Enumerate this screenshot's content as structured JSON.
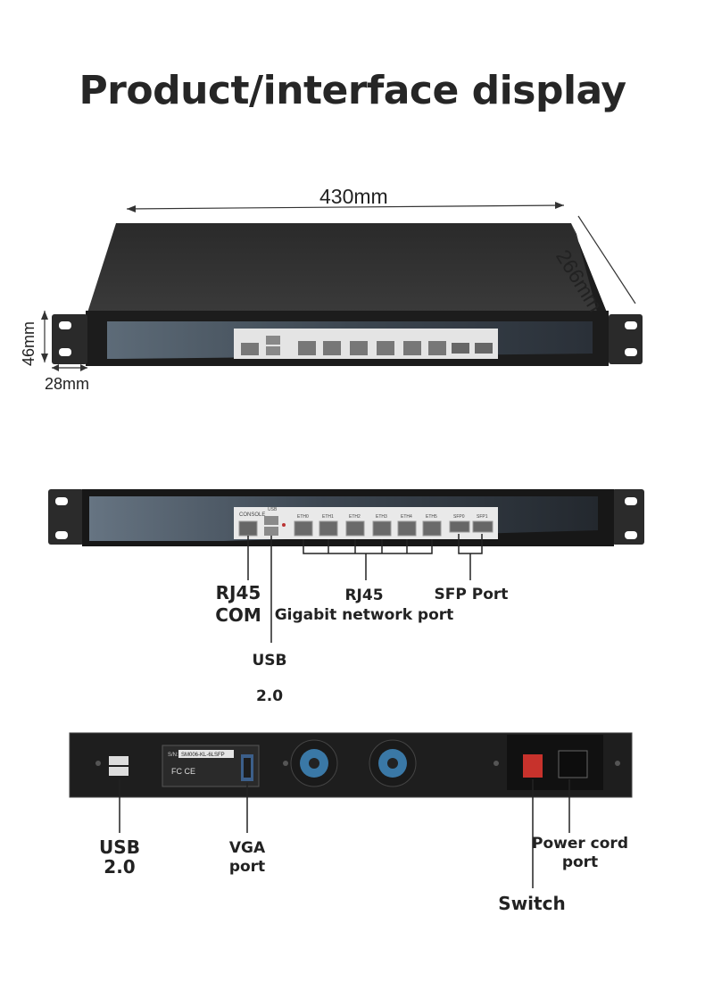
{
  "title": "Product/interface display",
  "dimensions": {
    "width": "430mm",
    "depth": "266mm",
    "height": "46mm",
    "ear": "28mm"
  },
  "front_panel": {
    "console": "CONSOLE",
    "usb": "USB",
    "ports": [
      "ETH0",
      "ETH1",
      "ETH2",
      "ETH3",
      "ETH4",
      "ETH5"
    ],
    "sfp": [
      "SFP0",
      "SFP1"
    ]
  },
  "front_callouts": {
    "rj45_com_line1": "RJ45",
    "rj45_com_line2": "COM",
    "rj45_gig_line1": "RJ45",
    "rj45_gig_line2": "Gigabit network port",
    "sfp_port": "SFP Port",
    "usb_line1": "USB",
    "usb_line2": "2.0"
  },
  "rear_panel": {
    "serial_prefix": "S/N:",
    "serial": "SM006-KL-6LSFP",
    "certs": "FC CE"
  },
  "rear_callouts": {
    "usb_line1": "USB",
    "usb_line2": "2.0",
    "vga_line1": "VGA",
    "vga_line2": "port",
    "power_line1": "Power cord",
    "power_line2": "port",
    "switch": "Switch"
  }
}
